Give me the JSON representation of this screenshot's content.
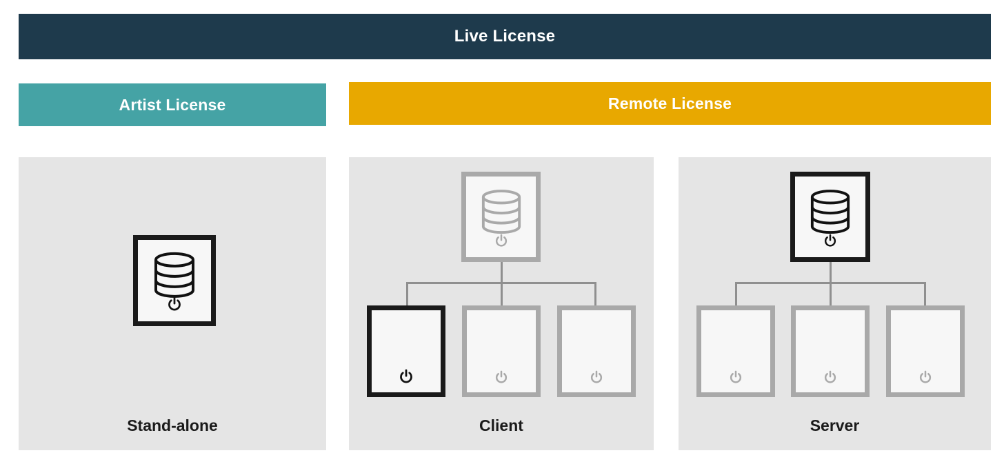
{
  "diagram": {
    "title": "Live License",
    "colors": {
      "live_banner": "#1e3a4c",
      "artist_banner": "#45a3a5",
      "remote_banner": "#e8a800",
      "panel_background": "#e5e5e5",
      "active_node": "#1a1a1a",
      "inactive_node": "#a9a9a9",
      "connector": "#8f8f8f",
      "node_fill": "#f7f7f7"
    },
    "banners": [
      {
        "id": "live",
        "label": "Live License"
      },
      {
        "id": "artist",
        "label": "Artist License"
      },
      {
        "id": "remote",
        "label": "Remote License"
      }
    ],
    "panels": [
      {
        "id": "standalone",
        "label": "Stand-alone",
        "parent_banner": "Artist License",
        "nodes": [
          {
            "id": "standalone-machine",
            "state": "active",
            "has_database": true,
            "has_power": true
          }
        ],
        "connectors": 0
      },
      {
        "id": "client",
        "label": "Client",
        "parent_banner": "Remote License",
        "nodes": [
          {
            "id": "client-server-node",
            "state": "inactive",
            "has_database": true,
            "has_power": true,
            "role": "server"
          },
          {
            "id": "client-node-1",
            "state": "active",
            "has_database": false,
            "has_power": true,
            "role": "client"
          },
          {
            "id": "client-node-2",
            "state": "inactive",
            "has_database": false,
            "has_power": true,
            "role": "client"
          },
          {
            "id": "client-node-3",
            "state": "inactive",
            "has_database": false,
            "has_power": true,
            "role": "client"
          }
        ],
        "connectors": 3
      },
      {
        "id": "server",
        "label": "Server",
        "parent_banner": "Remote License",
        "nodes": [
          {
            "id": "server-server-node",
            "state": "active",
            "has_database": true,
            "has_power": true,
            "role": "server"
          },
          {
            "id": "server-node-1",
            "state": "inactive",
            "has_database": false,
            "has_power": true,
            "role": "client"
          },
          {
            "id": "server-node-2",
            "state": "inactive",
            "has_database": false,
            "has_power": true,
            "role": "client"
          },
          {
            "id": "server-node-3",
            "state": "inactive",
            "has_database": false,
            "has_power": true,
            "role": "client"
          }
        ],
        "connectors": 3
      }
    ],
    "icons": {
      "database": "database-icon",
      "power": "power-icon"
    }
  }
}
